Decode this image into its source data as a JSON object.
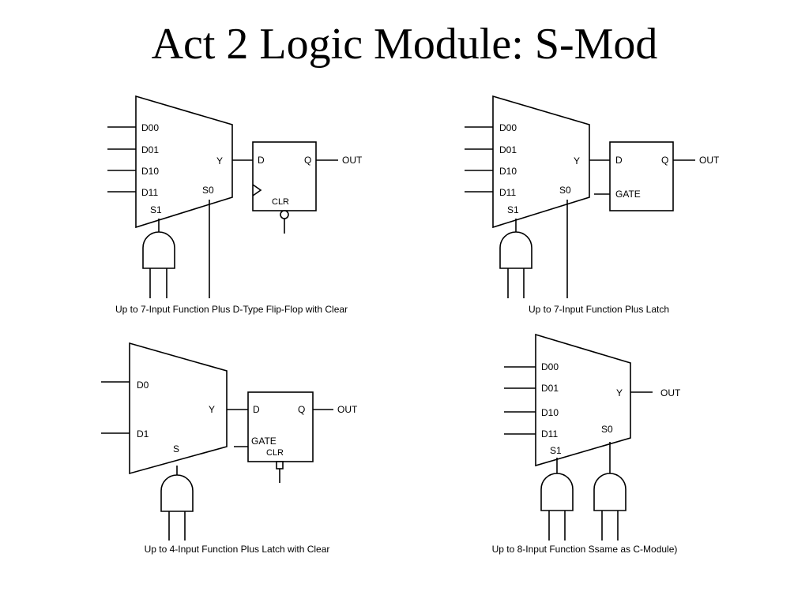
{
  "title": "Act 2 Logic Module: S-Mod",
  "diagrams": [
    {
      "mux_inputs": [
        "D00",
        "D01",
        "D10",
        "D11"
      ],
      "mux_output": "Y",
      "select_labels": [
        "S0",
        "S1"
      ],
      "storage_labels": [
        "D",
        "Q",
        "CLR"
      ],
      "output_label": "OUT",
      "caption": "Up to 7-Input Function Plus D-Type Flip-Flop with Clear"
    },
    {
      "mux_inputs": [
        "D00",
        "D01",
        "D10",
        "D11"
      ],
      "mux_output": "Y",
      "select_labels": [
        "S0",
        "S1"
      ],
      "storage_labels": [
        "D",
        "Q",
        "GATE"
      ],
      "output_label": "OUT",
      "caption": "Up to 7-Input Function Plus Latch"
    },
    {
      "mux_inputs": [
        "D0",
        "D1"
      ],
      "mux_output": "Y",
      "select_labels": [
        "S"
      ],
      "storage_labels": [
        "D",
        "Q",
        "GATE",
        "CLR"
      ],
      "output_label": "OUT",
      "caption": "Up to 4-Input Function Plus Latch with Clear"
    },
    {
      "mux_inputs": [
        "D00",
        "D01",
        "D10",
        "D11"
      ],
      "mux_output": "Y",
      "select_labels": [
        "S0",
        "S1"
      ],
      "output_label": "OUT",
      "caption": "Up to 8-Input Function Ssame as C-Module)"
    }
  ]
}
